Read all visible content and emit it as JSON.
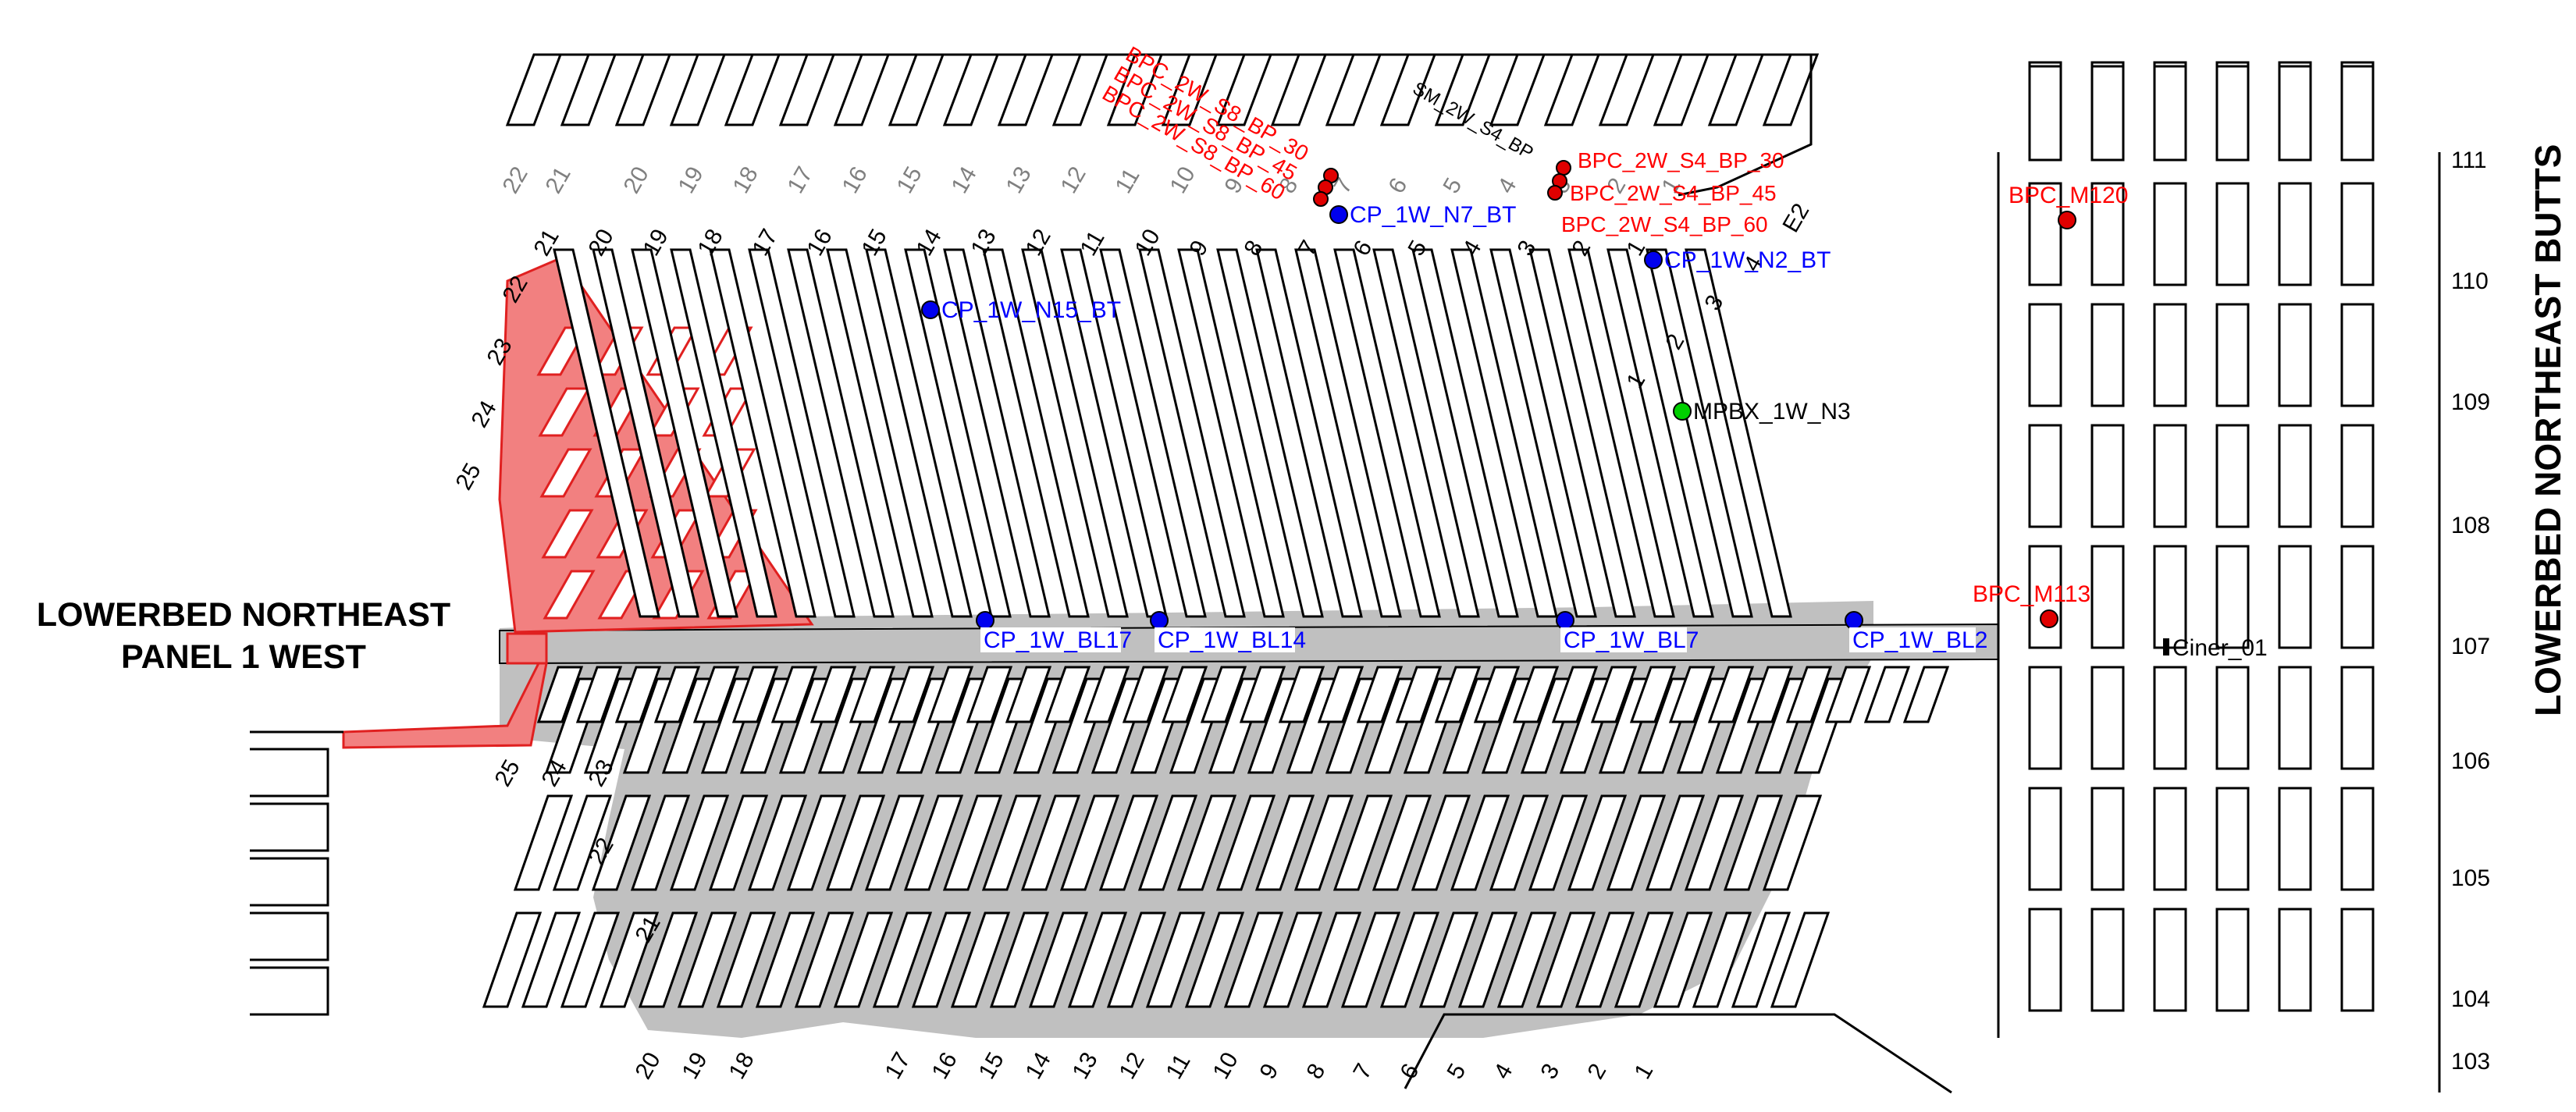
{
  "titles": {
    "panel": [
      "LOWERBED NORTHEAST",
      "PANEL 1 WEST"
    ],
    "butts": "LOWERBED NORTHEAST BUTTS"
  },
  "colors": {
    "outline": "#000000",
    "red_panel_fill": "#f28080",
    "red_panel_stroke": "#e02020",
    "gray_fill": "#c0c0c0",
    "blue_point": "#0000ee",
    "red_point": "#e00000",
    "green_point": "#00d000",
    "blue_label": "#0000ff",
    "red_label": "#ff0000",
    "gray_label": "#808080"
  },
  "crosscut_numbers": {
    "top_gray": [
      "22",
      "21"
    ],
    "top_black": [
      "20",
      "19",
      "18",
      "17",
      "16",
      "15",
      "14",
      "13",
      "12",
      "11",
      "10",
      "9",
      "8",
      "7",
      "6",
      "5",
      "4",
      "3",
      "2",
      "1"
    ],
    "mid_upper_left": [
      "21",
      "20",
      "19",
      "18",
      "17",
      "16",
      "15",
      "14",
      "13",
      "12",
      "11",
      "10",
      "9",
      "8",
      "7",
      "6",
      "5",
      "4",
      "3",
      "2",
      "1"
    ],
    "red_panel": [
      "22",
      "23",
      "24",
      "25"
    ],
    "lower_left": [
      "25",
      "24",
      "23",
      "22",
      "21"
    ],
    "bottom": [
      "20",
      "19",
      "18",
      "17",
      "16",
      "15",
      "14",
      "13",
      "12",
      "11",
      "10",
      "9",
      "8",
      "7",
      "6",
      "5",
      "4",
      "3",
      "2",
      "1"
    ],
    "misc": [
      "E2",
      "4",
      "3",
      "2",
      "1"
    ]
  },
  "row_numbers": [
    "111",
    "110",
    "109",
    "108",
    "107",
    "106",
    "105",
    "104",
    "103"
  ],
  "points": [
    {
      "label": "CP_1W_N7_BT",
      "type": "blue"
    },
    {
      "label": "CP_1W_N2_BT",
      "type": "blue"
    },
    {
      "label": "CP_1W_N15_BT",
      "type": "blue"
    },
    {
      "label": "MPBX_1W_N3",
      "type": "green"
    },
    {
      "label": "CP_1W_BL17",
      "type": "blue"
    },
    {
      "label": "CP_1W_BL14",
      "type": "blue"
    },
    {
      "label": "CP_1W_BL7",
      "type": "blue"
    },
    {
      "label": "CP_1W_BL2",
      "type": "blue"
    },
    {
      "label": "BPC_M120",
      "type": "red"
    },
    {
      "label": "BPC_M113",
      "type": "red"
    },
    {
      "label": "Ciner_01",
      "type": "black"
    }
  ],
  "bpc_cluster_right": [
    "BPC_2W_S4_BP_30",
    "BPC_2W_S4_BP_45",
    "BPC_2W_S4_BP_60"
  ],
  "bpc_cluster_left": [
    "BPC_2W_S8_BP_30",
    "BPC_2W_S8_BP_45",
    "BPC_2W_S8_BP_60"
  ],
  "sm_label": "SM_2W_S4_BP"
}
